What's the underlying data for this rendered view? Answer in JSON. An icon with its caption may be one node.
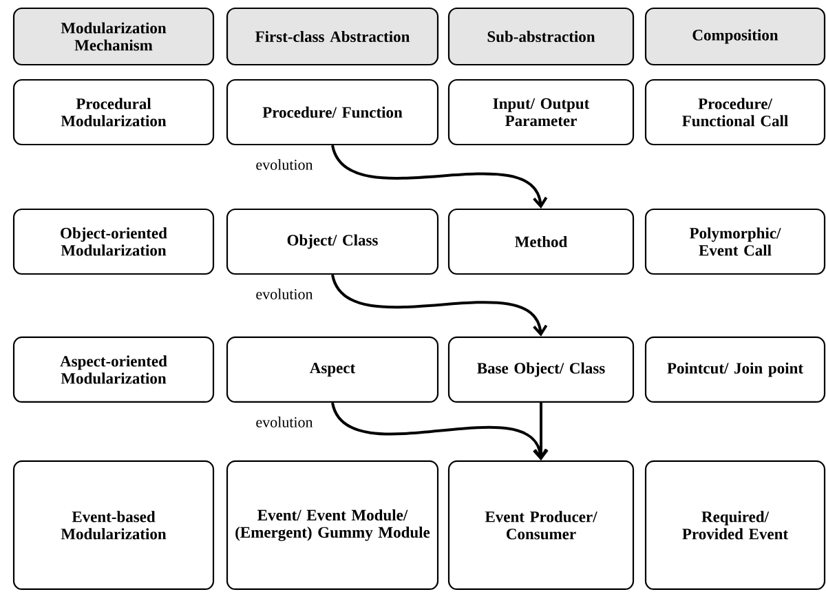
{
  "diagram": {
    "nodes": [
      {
        "text": [
          "Modularization Mechanism"
        ]
      },
      {
        "text": [
          "First-class Abstraction"
        ]
      },
      {
        "text": [
          "Sub-abstraction"
        ]
      },
      {
        "text": [
          "Composition"
        ]
      },
      {
        "text": [
          "Procedural Modularization"
        ]
      },
      {
        "text": [
          "Procedure/ Function"
        ]
      },
      {
        "text": [
          "Input/ Output Parameter"
        ]
      },
      {
        "text": [
          "Procedure/ Functional Call"
        ]
      },
      {
        "text": [
          "Object-oriented Modularization"
        ]
      },
      {
        "text": [
          "Object/ Class"
        ]
      },
      {
        "text": [
          "Method"
        ]
      },
      {
        "text": [
          "Polymorphic/ Event Call"
        ]
      },
      {
        "text": [
          "Aspect-oriented Modularization"
        ]
      },
      {
        "text": [
          "Aspect"
        ]
      },
      {
        "text": [
          "Base Object/ Class"
        ]
      },
      {
        "text": [
          "Pointcut/ Join point"
        ]
      },
      {
        "text": [
          "Event-based Modularization"
        ]
      },
      {
        "text": [
          "Event/ Event Module/ (Emergent) Gummy Module"
        ]
      },
      {
        "text": [
          "Event Producer/ Consumer"
        ]
      },
      {
        "text": [
          "Required/ Provided Event"
        ]
      }
    ],
    "edges": [
      {
        "from": 5,
        "to": 10,
        "arrow": "to",
        "label": "evolution"
      },
      {
        "from": 9,
        "to": 14,
        "arrow": "to",
        "label": "evolution"
      },
      {
        "from": 13,
        "to": 18,
        "arrow": "to",
        "label": "evolution"
      },
      {
        "from": 14,
        "to": 18,
        "arrow": "to"
      }
    ]
  }
}
